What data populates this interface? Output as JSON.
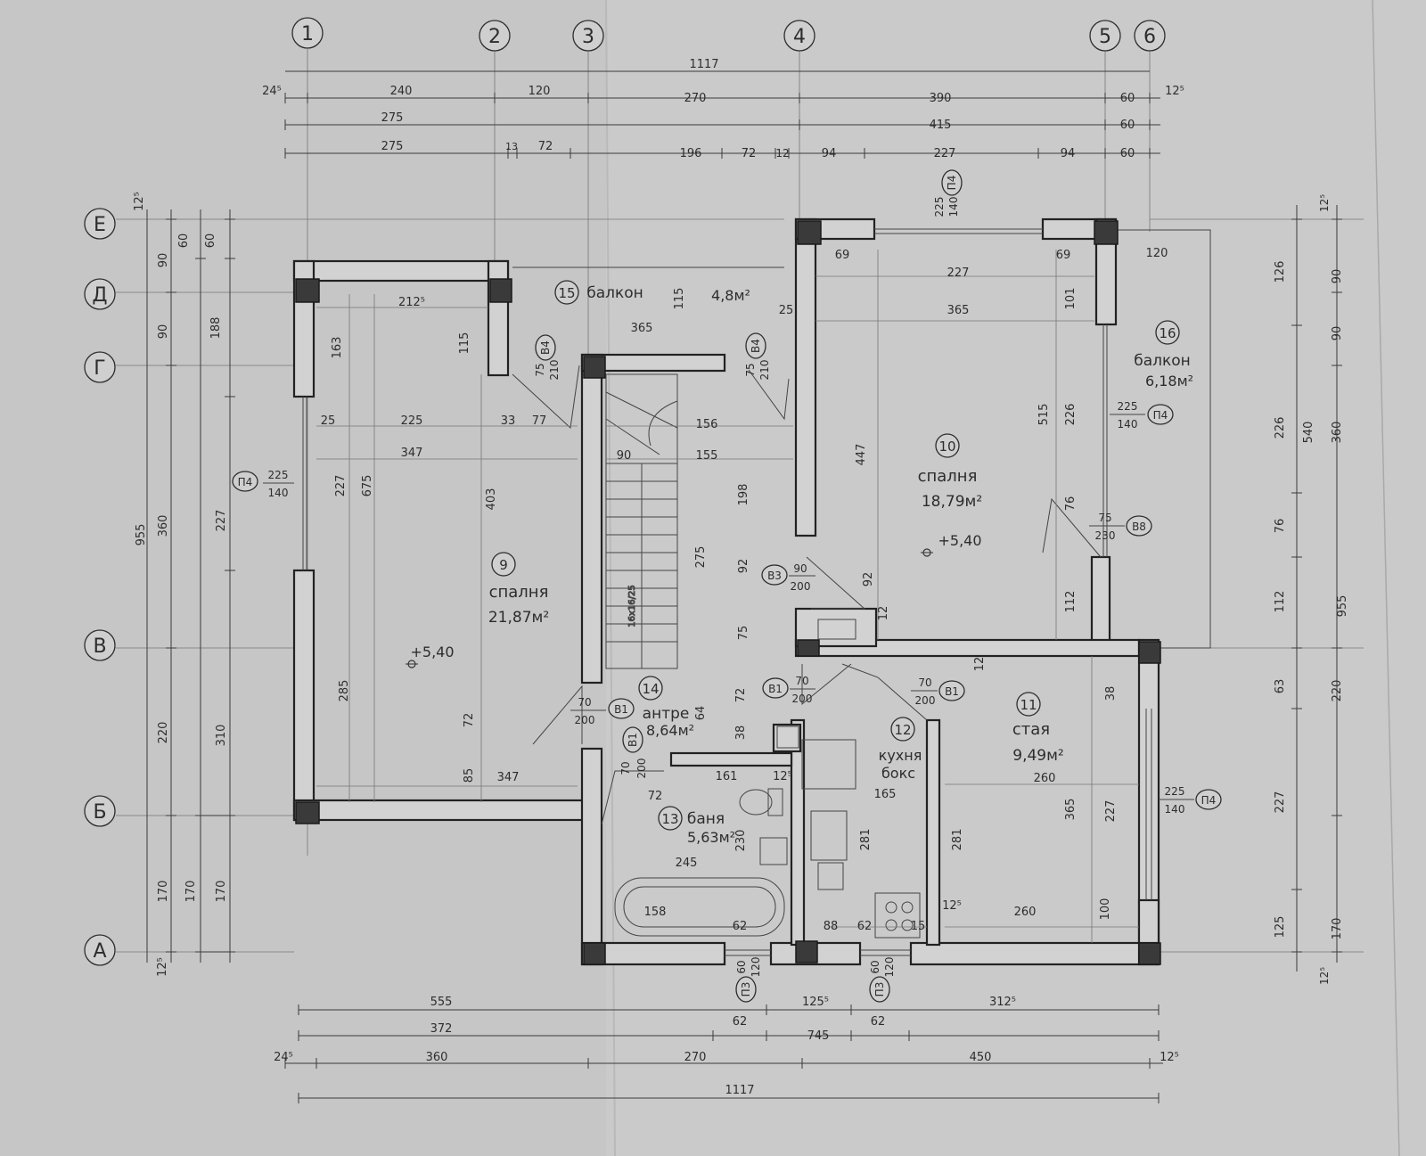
{
  "axes_top": [
    "1",
    "2",
    "3",
    "4",
    "5",
    "6"
  ],
  "axes_left": [
    "Е",
    "Д",
    "Г",
    "В",
    "Б",
    "А"
  ],
  "dims_top": {
    "total": "1117",
    "r1": [
      "24⁵",
      "240",
      "120",
      "270",
      "390",
      "60",
      "12⁵"
    ],
    "r2": [
      "275",
      "415",
      "60"
    ],
    "r3": [
      "275",
      "13",
      "72",
      "196",
      "72",
      "12",
      "94",
      "227",
      "94",
      "60"
    ]
  },
  "dims_bottom": {
    "r1": [
      "555",
      "125⁵",
      "312⁵"
    ],
    "r2": [
      "372",
      "62",
      "745",
      "62"
    ],
    "r3": [
      "24⁵",
      "360",
      "270",
      "450",
      "12⁵"
    ],
    "total": "1117"
  },
  "dims_left": {
    "r1": [
      "12⁵",
      "955",
      "12⁵"
    ],
    "r2": [
      "90",
      "90",
      "360",
      "220",
      "170"
    ],
    "r3": [
      "60",
      "188",
      "227",
      "310",
      "170"
    ]
  },
  "dims_right": {
    "r1": [
      "12⁵",
      "126",
      "226",
      "76",
      "112",
      "63",
      "227",
      "125",
      "12⁵"
    ],
    "r2": [
      "90",
      "90",
      "540",
      "220",
      "170"
    ],
    "r3": [
      "360",
      "955"
    ]
  },
  "rooms": [
    {
      "num": "9",
      "name": "спалня",
      "area": "21,87м²"
    },
    {
      "num": "10",
      "name": "спалня",
      "area": "18,79м²"
    },
    {
      "num": "11",
      "name": "стая",
      "area": "9,49м²"
    },
    {
      "num": "12",
      "name": "кухня",
      "name2": "бокс"
    },
    {
      "num": "13",
      "name": "баня",
      "area": "5,63м²"
    },
    {
      "num": "14",
      "name": "антре",
      "area": "8,64м²"
    },
    {
      "num": "15",
      "name": "балкон",
      "area": "4,8м²"
    },
    {
      "num": "16",
      "name": "балкон",
      "area": "6,18м²"
    }
  ],
  "levels": [
    "+5,40",
    "+5,40"
  ],
  "tags": {
    "p4": "П4",
    "p3": "П3",
    "b1": "В1",
    "b3": "В3",
    "b4": "В4",
    "b8": "В8",
    "w_225": "225",
    "w_140": "140",
    "w_60": "60",
    "w_120": "120",
    "d_70": "70",
    "d_200": "200",
    "d_75": "75",
    "d_210": "210",
    "d_90": "90",
    "d_230": "230"
  },
  "inner": {
    "i1": "212⁵",
    "i2": "163",
    "i3": "115",
    "i4": "25",
    "i5": "225",
    "i6": "33",
    "i7": "77",
    "i8": "347",
    "i9": "227",
    "i10": "675",
    "i11": "403",
    "i12": "285",
    "i13": "72",
    "i14": "85",
    "i15": "347",
    "i16": "365",
    "i17": "115",
    "i18": "90",
    "i19": "156",
    "i20": "155",
    "i21": "198",
    "i22": "275",
    "i23": "92",
    "i24": "75",
    "i25": "69",
    "i26": "227",
    "i27": "365",
    "i28": "447",
    "i29": "101",
    "i30": "515",
    "i31": "226",
    "i32": "76",
    "i33": "112",
    "i34": "120",
    "i35": "92",
    "i36": "12",
    "i37": "161",
    "i38": "12⁵",
    "i39": "165",
    "i40": "281",
    "i41": "281",
    "i42": "260",
    "i43": "365",
    "i44": "227",
    "i45": "38",
    "i46": "260",
    "i47": "100",
    "i48": "245",
    "i49": "230",
    "i50": "158",
    "i51": "62",
    "i52": "88",
    "i53": "62",
    "i54": "15",
    "i55": "12⁵",
    "i56": "38",
    "i57": "72",
    "i58": "12",
    "i59": "69",
    "i60": "25",
    "i61": "72",
    "i62": "64"
  },
  "stair": {
    "label": "16x16/25"
  }
}
